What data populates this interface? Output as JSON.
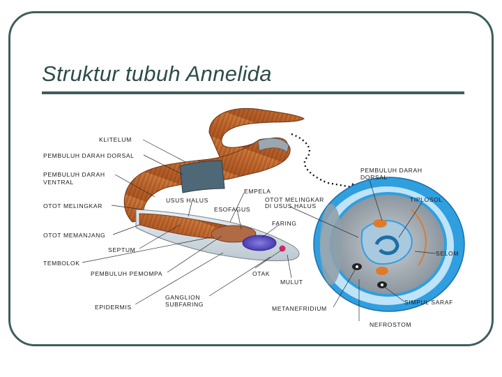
{
  "slide": {
    "title": "Struktur tubuh Annelida"
  },
  "labels": {
    "klitelum": "KLITELUM",
    "pembuluh_darah_dorsal_left": "PEMBULUH DARAH DORSAL",
    "pembuluh_darah_ventral_1": "PEMBULUH DARAH",
    "pembuluh_darah_ventral_2": "VENTRAL",
    "otot_melingkar": "OTOT MELINGKAR",
    "otot_memanjang": "OTOT MEMANJANG",
    "septum": "SEPTUM",
    "tembolok": "TEMBOLOK",
    "pembuluh_pemompa": "PEMBULUH PEMOMPA",
    "epidermis": "EPIDERMIS",
    "ganglion_1": "GANGLION",
    "ganglion_2": "SUBFARING",
    "usus_halus": "USUS HALUS",
    "empela": "EMPELA",
    "esofagus": "ESOFAGUS",
    "otot_melingkar_usus_1": "OTOT MELINGKAR",
    "otot_melingkar_usus_2": "DI USUS HALUS",
    "faring": "FARING",
    "otak": "OTAK",
    "mulut": "MULUT",
    "metanefridium": "METANEFRIDIUM",
    "nefrostom": "NEFROSTOM",
    "pembuluh_darah_dorsal_right_1": "PEMBULUH DARAH",
    "pembuluh_darah_dorsal_right_2": "DORSAL",
    "tiplosol": "TIPLOSOL",
    "selom": "SELOM",
    "simpul_saraf": "SIMPUL SARAF"
  },
  "colors": {
    "frame": "#3f5d5d",
    "title": "#2d4b4b",
    "worm_body": "#c06a2a",
    "clitellum": "#4e6878",
    "cross_section_blue": "#2f9fe0",
    "arrow": "#1b1b6e"
  }
}
